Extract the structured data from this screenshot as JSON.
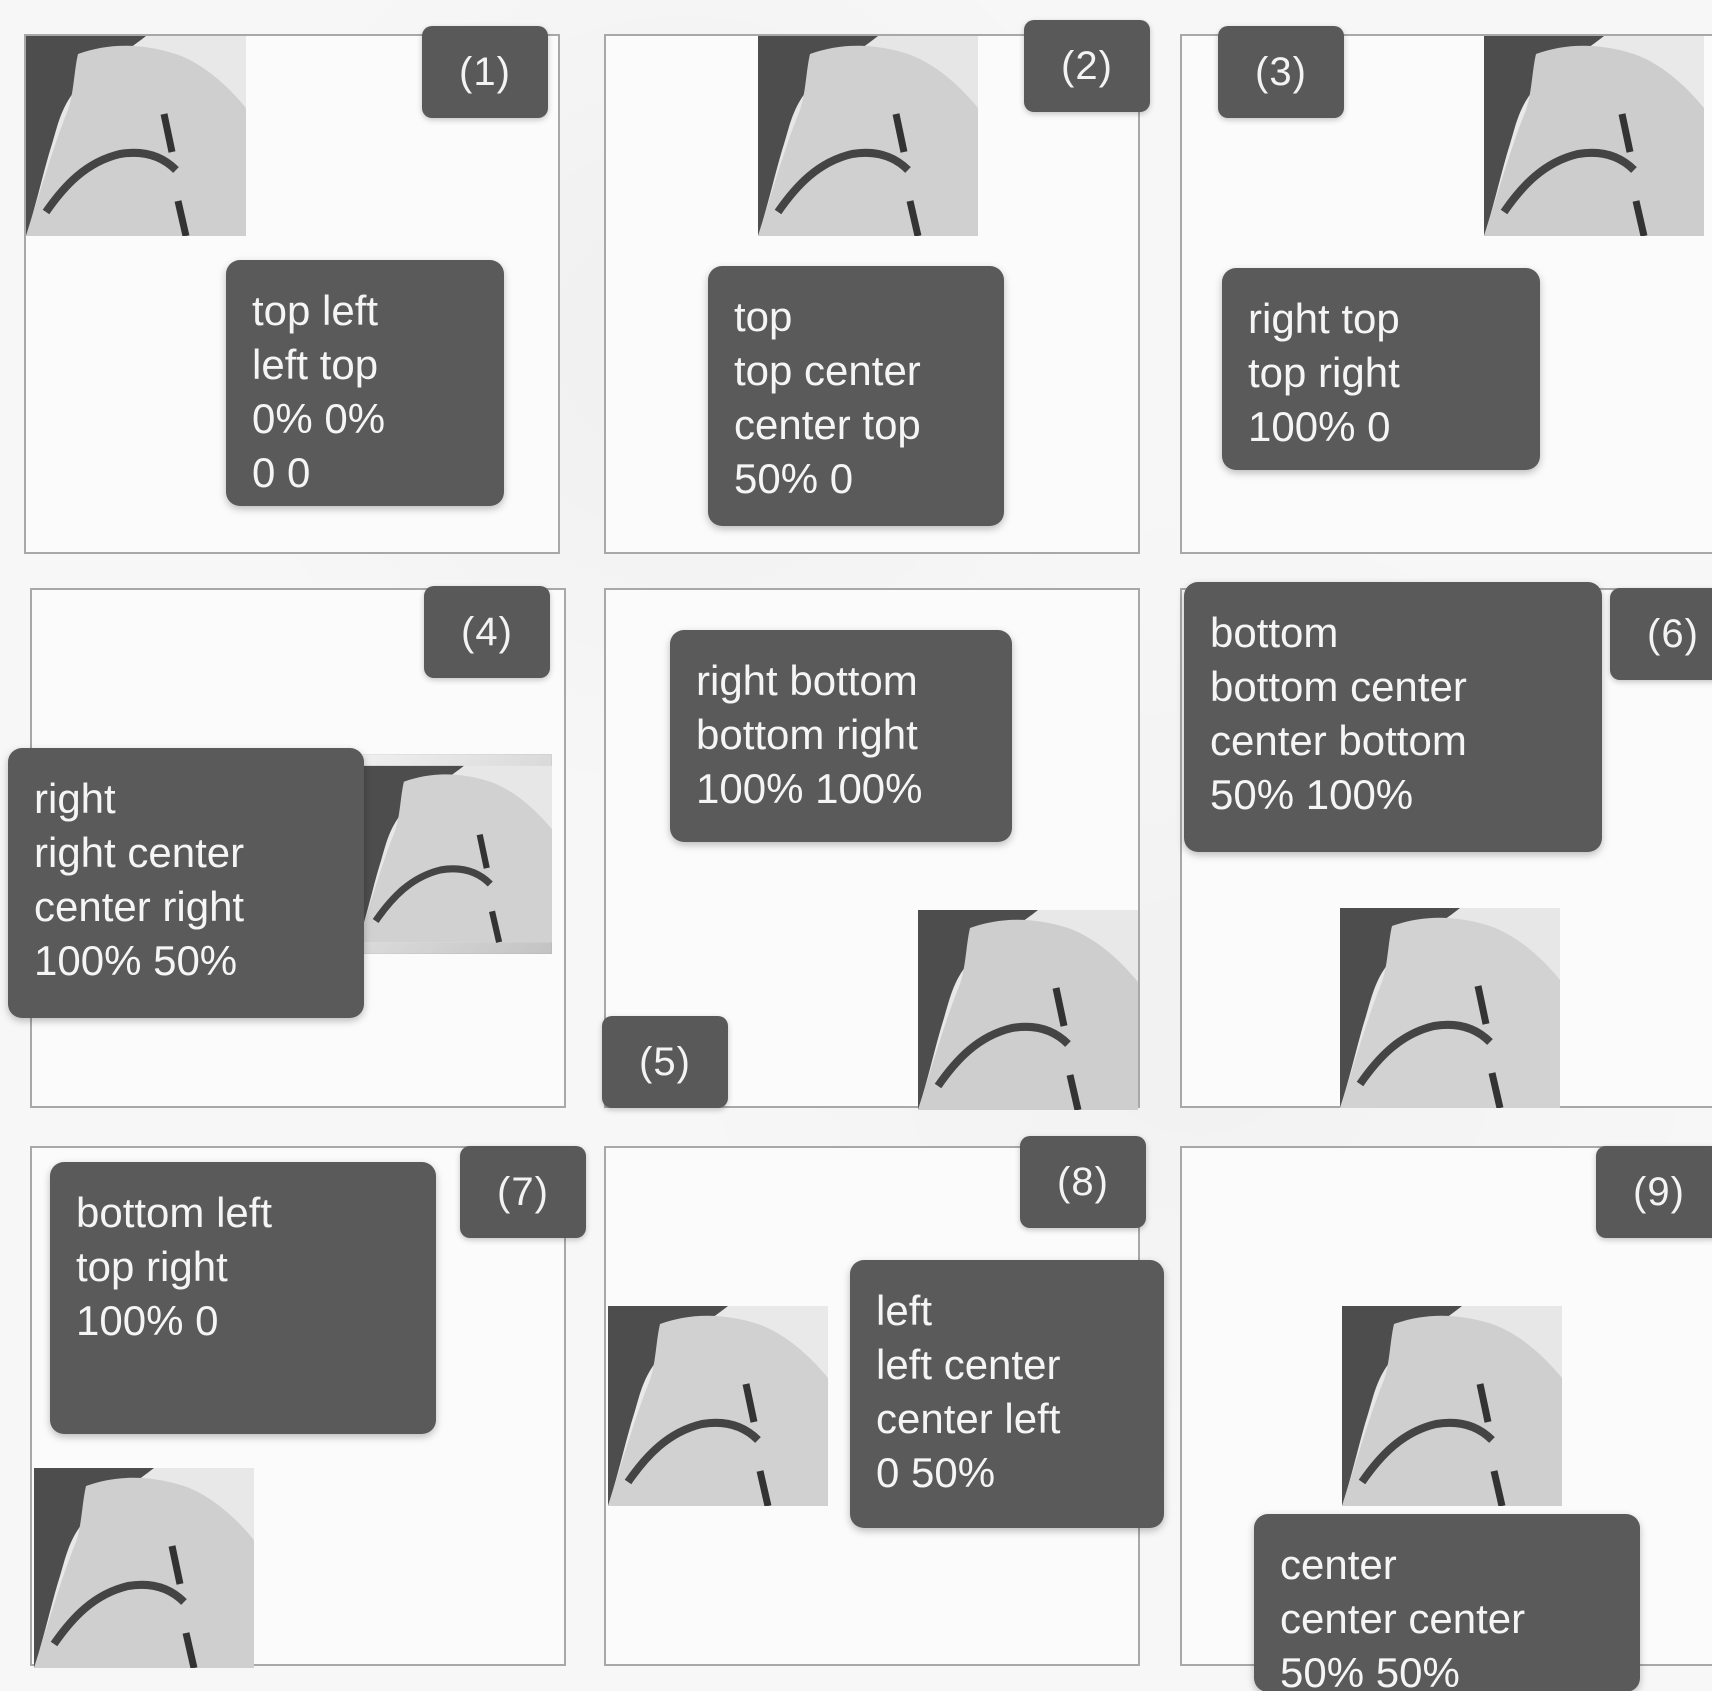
{
  "panels": [
    {
      "label": "(1)",
      "lines": [
        "top  left",
        "left  top",
        "0%  0%",
        "0  0"
      ]
    },
    {
      "label": "(2)",
      "lines": [
        "top",
        "top center",
        "center top",
        "50%  0"
      ]
    },
    {
      "label": "(3)",
      "lines": [
        "right top",
        "top right",
        "100%  0"
      ]
    },
    {
      "label": "(4)",
      "lines": [
        "right",
        "right center",
        "center  right",
        "100%  50%"
      ]
    },
    {
      "label": "(5)",
      "lines": [
        "right  bottom",
        "bottom right",
        "100%  100%"
      ]
    },
    {
      "label": "(6)",
      "lines": [
        "bottom",
        "bottom center",
        "center bottom",
        "50%  100%"
      ]
    },
    {
      "label": "(7)",
      "lines": [
        "bottom left",
        "top right",
        "100%  0"
      ]
    },
    {
      "label": "(8)",
      "lines": [
        "left",
        "left center",
        "center  left",
        "0 50%"
      ]
    },
    {
      "label": "(9)",
      "lines": [
        "center",
        "center center",
        "50%  50%"
      ]
    }
  ]
}
